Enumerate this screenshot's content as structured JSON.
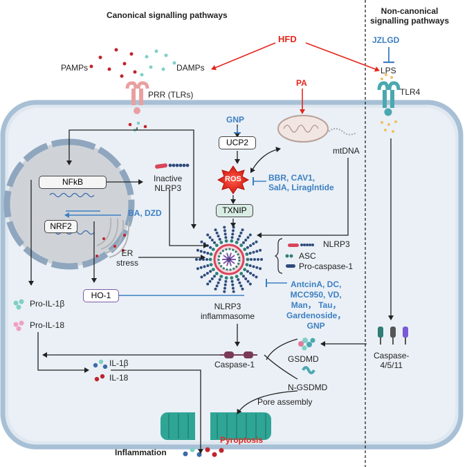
{
  "headers": {
    "canonical": "Canonical signalling pathways",
    "noncanonical_line1": "Non-canonical",
    "noncanonical_line2": "signalling pathways"
  },
  "stimuli": {
    "hfd": "HFD",
    "pa": "PA",
    "jzlgd": "JZLGD",
    "pamps": "PAMPs",
    "damps": "DAMPs",
    "lps": "LPS"
  },
  "receptors": {
    "prr": "PRR (TLRs)",
    "tlr4": "TLR4"
  },
  "nucleus": {
    "nfkb": "NFkB",
    "nrf2": "NRF2"
  },
  "labels": {
    "inactive_nlrp3_line1": "Inactive",
    "inactive_nlrp3_line2": "NLRP3",
    "er_stress_line1": "ER",
    "er_stress_line2": "stress",
    "ho1": "HO-1",
    "mtdna": "mtDNA",
    "gnp_top": "GNP",
    "ucp2": "UCP2",
    "ros": "ROS",
    "txnip": "TXNIP",
    "ros_inhibitors_line1": "BBR, CAV1,",
    "ros_inhibitors_line2": "SalA, Liraglntide",
    "nrf2_activators": "BA, DZD",
    "legend_nlrp3": "NLRP3",
    "legend_asc": "ASC",
    "legend_procasp1": "Pro-caspase-1",
    "inflammasome_line1": "NLRP3",
    "inflammasome_line2": "inflammasome",
    "inflammasome_inhibitors": [
      "AntcinA, DC,",
      "MCC950, VD,",
      "Man， Tau，",
      "Gardenoside，",
      "GNP"
    ],
    "pro_il1b": "Pro-IL-1β",
    "pro_il18": "Pro-IL-18",
    "caspase1": "Caspase-1",
    "il1b": "IL-1β",
    "il18": "IL-18",
    "gsdmd": "GSDMD",
    "ngsdmd": "N-GSDMD",
    "pore_assembly": "Pore assembly",
    "caspase_line1": "Caspase-",
    "caspase_line2": "4/5/11",
    "pyroptosis": "Pyroptosis",
    "inflammation": "Inflammation"
  },
  "colors": {
    "red": "#e4261b",
    "blue": "#3d7fc1",
    "cell_fill": "#e8eef5",
    "cell_border": "#9cb6cc",
    "receptor_pink": "#e8a0a0",
    "receptor_teal": "#4aa8b0",
    "nlrp3_red": "#d9455a",
    "asc_teal": "#2f7d75",
    "procasp_navy": "#2f4a7a",
    "pore_teal": "#2fa596",
    "ros_red": "#e4261b",
    "txnip_green": "#d9ede4",
    "ho1_purple": "#7b5aa6"
  }
}
